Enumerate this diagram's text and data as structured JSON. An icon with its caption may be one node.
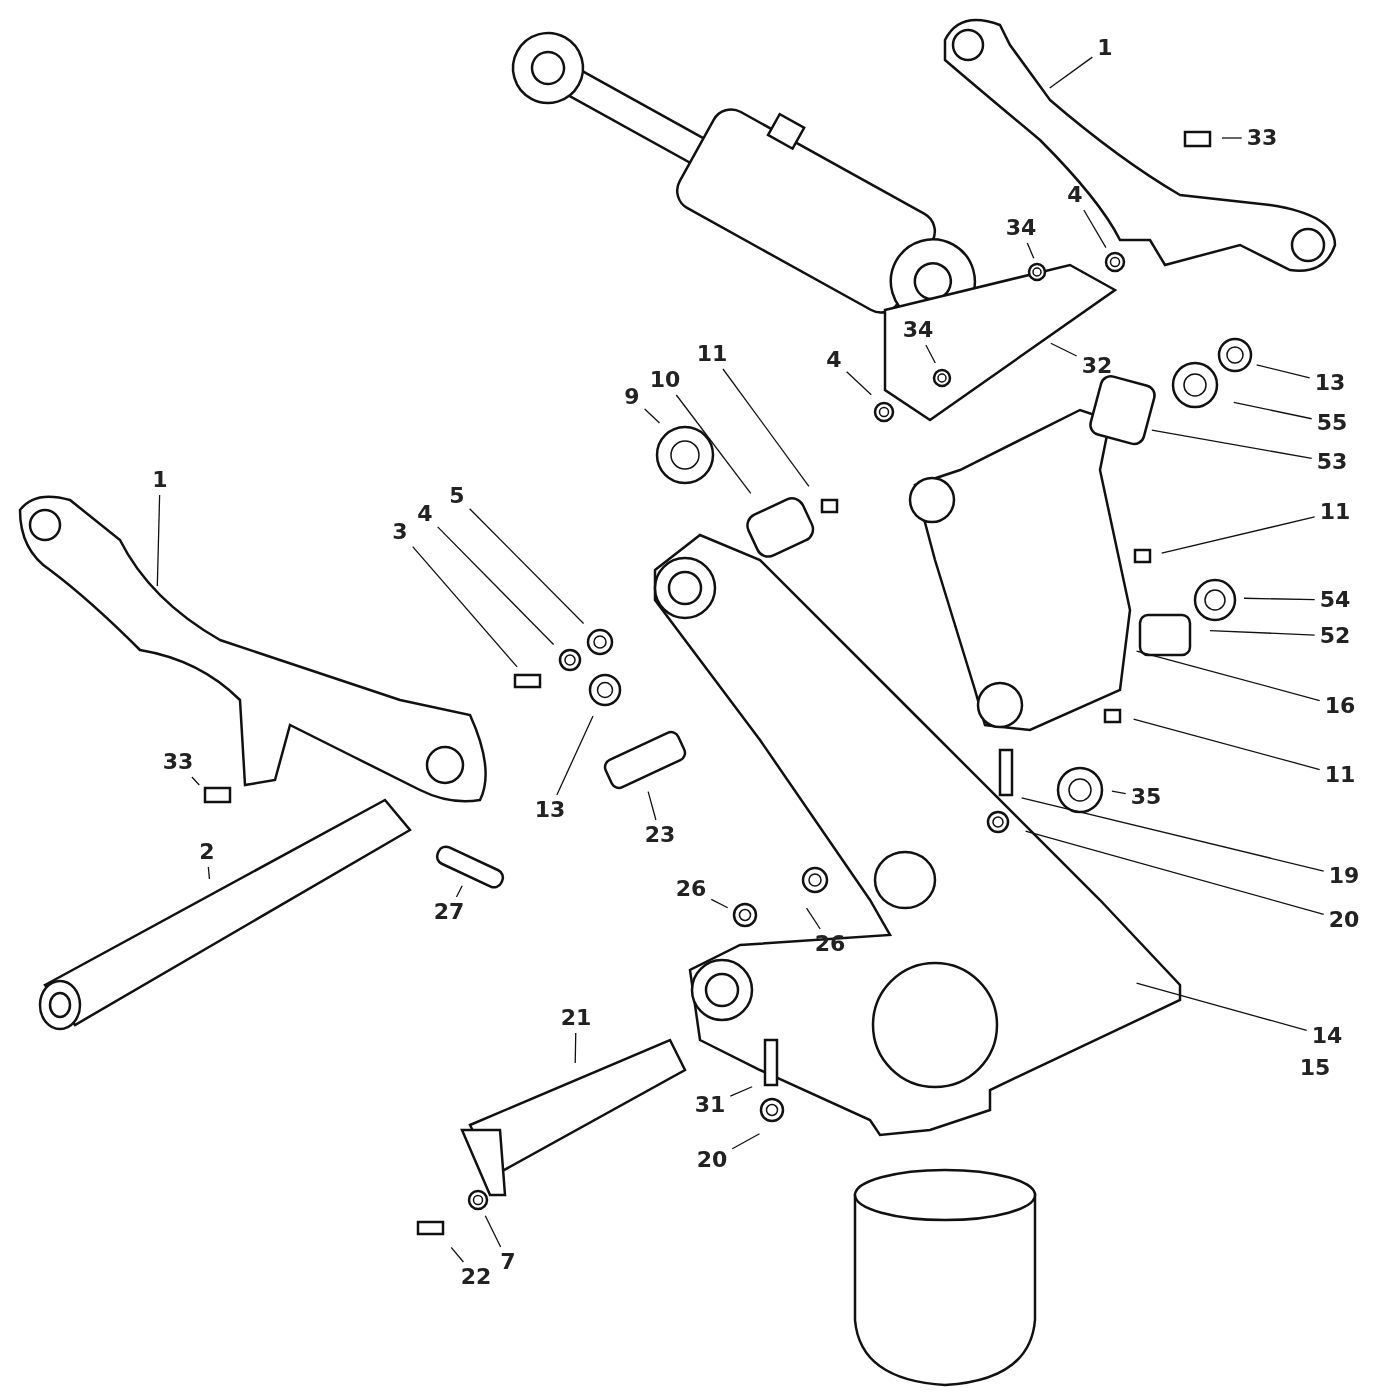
{
  "diagram": {
    "nodes": [
      {
        "text": [
          "1"
        ]
      },
      {
        "text": [
          "33"
        ]
      },
      {
        "text": [
          "4"
        ]
      },
      {
        "text": [
          "34"
        ]
      },
      {
        "text": [
          "34"
        ]
      },
      {
        "text": [
          "32"
        ]
      },
      {
        "text": [
          "4"
        ]
      },
      {
        "text": [
          "13"
        ]
      },
      {
        "text": [
          "55"
        ]
      },
      {
        "text": [
          "53"
        ]
      },
      {
        "text": [
          "11"
        ]
      },
      {
        "text": [
          "10"
        ]
      },
      {
        "text": [
          "9"
        ]
      },
      {
        "text": [
          "11"
        ]
      },
      {
        "text": [
          "54"
        ]
      },
      {
        "text": [
          "52"
        ]
      },
      {
        "text": [
          "16"
        ]
      },
      {
        "text": [
          "11"
        ]
      },
      {
        "text": [
          "1"
        ]
      },
      {
        "text": [
          "5"
        ]
      },
      {
        "text": [
          "4"
        ]
      },
      {
        "text": [
          "3"
        ]
      },
      {
        "text": [
          "35"
        ]
      },
      {
        "text": [
          "19"
        ]
      },
      {
        "text": [
          "20"
        ]
      },
      {
        "text": [
          "33"
        ]
      },
      {
        "text": [
          "13"
        ]
      },
      {
        "text": [
          "23"
        ]
      },
      {
        "text": [
          "2"
        ]
      },
      {
        "text": [
          "27"
        ]
      },
      {
        "text": [
          "26"
        ]
      },
      {
        "text": [
          "26"
        ]
      },
      {
        "text": [
          "14"
        ]
      },
      {
        "text": [
          "15"
        ]
      },
      {
        "text": [
          "21"
        ]
      },
      {
        "text": [
          "31"
        ]
      },
      {
        "text": [
          "20"
        ]
      },
      {
        "text": [
          "22"
        ]
      },
      {
        "text": [
          "7"
        ]
      }
    ],
    "edges": [
      {
        "from": 0,
        "to": null,
        "arrow": "none"
      },
      {
        "from": 1,
        "to": null,
        "arrow": "none"
      },
      {
        "from": 2,
        "to": null,
        "arrow": "none"
      },
      {
        "from": 3,
        "to": null,
        "arrow": "none"
      },
      {
        "from": 4,
        "to": null,
        "arrow": "none"
      },
      {
        "from": 5,
        "to": null,
        "arrow": "none"
      },
      {
        "from": 6,
        "to": null,
        "arrow": "none"
      },
      {
        "from": 7,
        "to": null,
        "arrow": "none"
      },
      {
        "from": 8,
        "to": null,
        "arrow": "none"
      },
      {
        "from": 9,
        "to": null,
        "arrow": "none"
      },
      {
        "from": 10,
        "to": null,
        "arrow": "none"
      },
      {
        "from": 11,
        "to": null,
        "arrow": "none"
      },
      {
        "from": 12,
        "to": null,
        "arrow": "none"
      },
      {
        "from": 13,
        "to": null,
        "arrow": "none"
      },
      {
        "from": 14,
        "to": null,
        "arrow": "none"
      },
      {
        "from": 15,
        "to": null,
        "arrow": "none"
      },
      {
        "from": 16,
        "to": null,
        "arrow": "none"
      },
      {
        "from": 17,
        "to": null,
        "arrow": "none"
      },
      {
        "from": 18,
        "to": null,
        "arrow": "none"
      },
      {
        "from": 19,
        "to": null,
        "arrow": "none"
      },
      {
        "from": 20,
        "to": null,
        "arrow": "none"
      },
      {
        "from": 21,
        "to": null,
        "arrow": "none"
      },
      {
        "from": 22,
        "to": null,
        "arrow": "none"
      },
      {
        "from": 23,
        "to": null,
        "arrow": "none"
      },
      {
        "from": 24,
        "to": null,
        "arrow": "none"
      },
      {
        "from": 25,
        "to": null,
        "arrow": "none"
      },
      {
        "from": 26,
        "to": null,
        "arrow": "none"
      },
      {
        "from": 27,
        "to": null,
        "arrow": "none"
      },
      {
        "from": 28,
        "to": null,
        "arrow": "none"
      },
      {
        "from": 29,
        "to": null,
        "arrow": "none"
      },
      {
        "from": 30,
        "to": null,
        "arrow": "none"
      },
      {
        "from": 31,
        "to": null,
        "arrow": "none"
      },
      {
        "from": 32,
        "to": null,
        "arrow": "none"
      },
      {
        "from": 34,
        "to": null,
        "arrow": "none"
      },
      {
        "from": 35,
        "to": null,
        "arrow": "none"
      },
      {
        "from": 36,
        "to": null,
        "arrow": "none"
      },
      {
        "from": 37,
        "to": null,
        "arrow": "none"
      },
      {
        "from": 38,
        "to": null,
        "arrow": "none"
      }
    ]
  }
}
